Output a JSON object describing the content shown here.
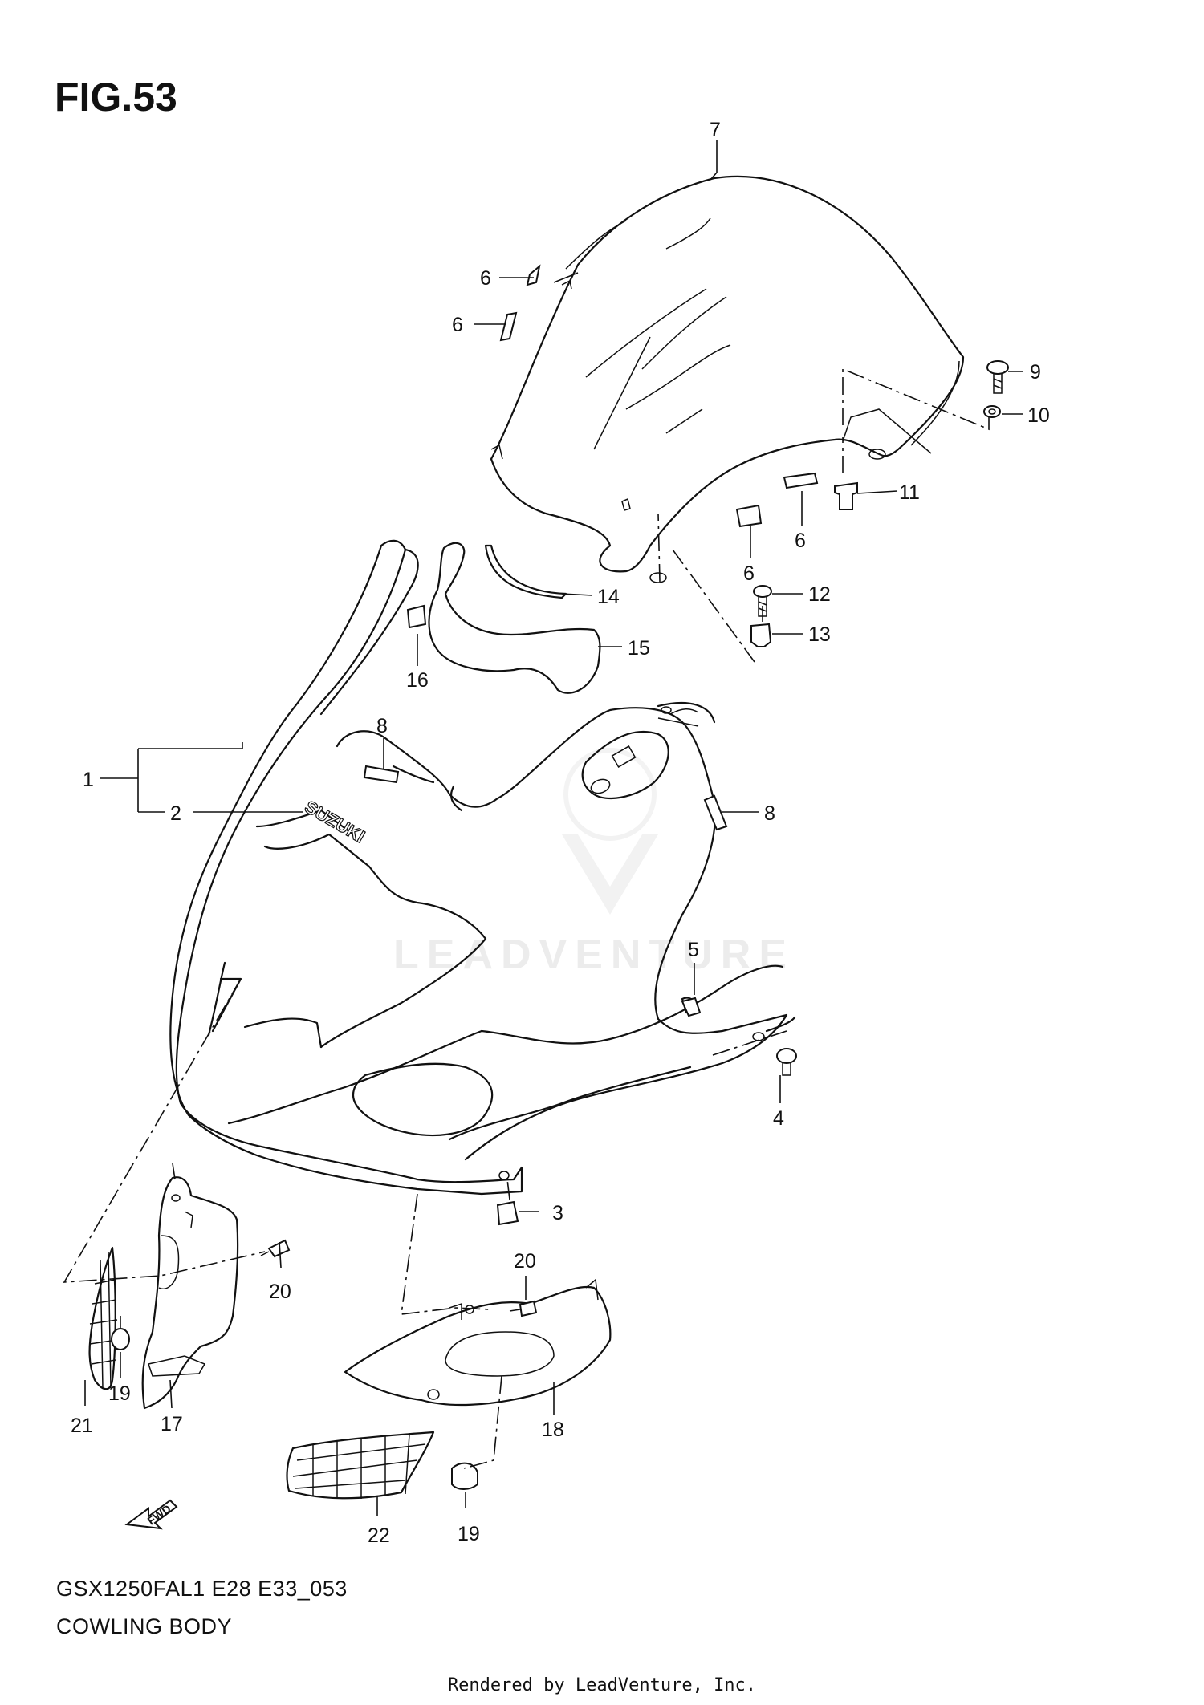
{
  "figure": {
    "title": "FIG.53",
    "model_code": "GSX1250FAL1 E28 E33_053",
    "section_name": "COWLING BODY",
    "rendered_by": "Rendered by LeadVenture, Inc.",
    "watermark": "LEADVENTURE",
    "logo_text": "SUZUKI",
    "direction_label": "FWD"
  },
  "callouts": [
    {
      "id": "c1",
      "text": "1"
    },
    {
      "id": "c2",
      "text": "2"
    },
    {
      "id": "c3",
      "text": "3"
    },
    {
      "id": "c4",
      "text": "4"
    },
    {
      "id": "c5",
      "text": "5"
    },
    {
      "id": "c6a",
      "text": "6"
    },
    {
      "id": "c6b",
      "text": "6"
    },
    {
      "id": "c6c",
      "text": "6"
    },
    {
      "id": "c6d",
      "text": "6"
    },
    {
      "id": "c7",
      "text": "7"
    },
    {
      "id": "c8a",
      "text": "8"
    },
    {
      "id": "c8b",
      "text": "8"
    },
    {
      "id": "c9",
      "text": "9"
    },
    {
      "id": "c10",
      "text": "10"
    },
    {
      "id": "c11",
      "text": "11"
    },
    {
      "id": "c12",
      "text": "12"
    },
    {
      "id": "c13",
      "text": "13"
    },
    {
      "id": "c14",
      "text": "14"
    },
    {
      "id": "c15",
      "text": "15"
    },
    {
      "id": "c16",
      "text": "16"
    },
    {
      "id": "c17",
      "text": "17"
    },
    {
      "id": "c18",
      "text": "18"
    },
    {
      "id": "c19a",
      "text": "19"
    },
    {
      "id": "c19b",
      "text": "19"
    },
    {
      "id": "c20a",
      "text": "20"
    },
    {
      "id": "c20b",
      "text": "20"
    },
    {
      "id": "c21",
      "text": "21"
    },
    {
      "id": "c22",
      "text": "22"
    }
  ]
}
